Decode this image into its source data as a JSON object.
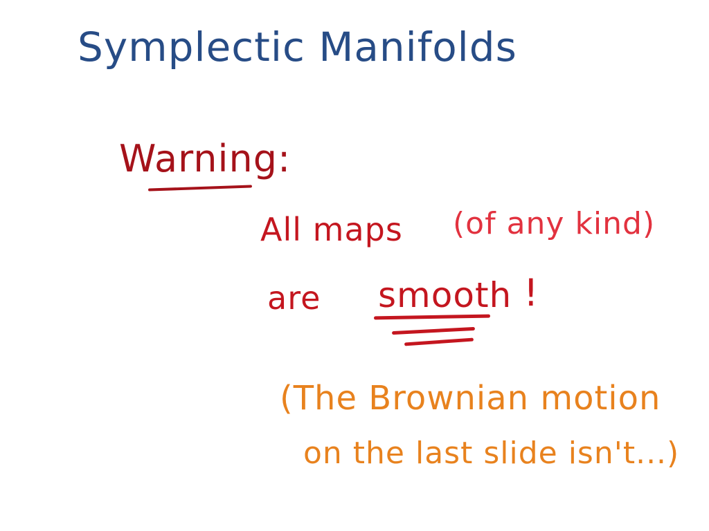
{
  "slide": {
    "title": "Symplectic Manifolds",
    "warning_label": "Warning:",
    "line1_main": "All maps",
    "line1_aside": "(of any kind)",
    "line2_are": "are",
    "line2_emphasis": "smooth",
    "line2_mark": "!",
    "note_line1": "(The Brownian motion",
    "note_line2": "on the last slide isn't...)"
  },
  "colors": {
    "title": "#274c86",
    "warning": "#a5121a",
    "statement": "#c4161f",
    "aside": "#e2323f",
    "note": "#e8821e"
  }
}
